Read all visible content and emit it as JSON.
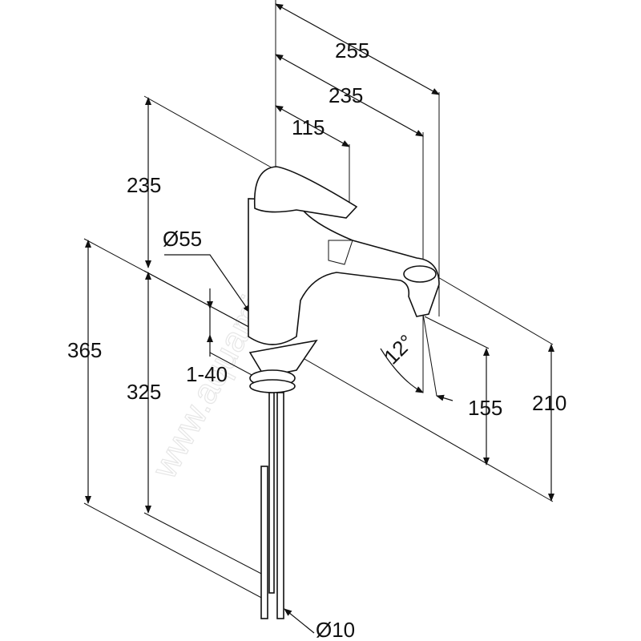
{
  "diagram": {
    "watermark": "www.aquamir.ru",
    "dimensions": {
      "overall_reach": "255",
      "spout_reach": "235",
      "lever_reach": "115",
      "height_above_spout": "235",
      "body_diameter": "Ø55",
      "deck_thickness": "1-40",
      "spout_angle": "12°",
      "height_to_spout": "325",
      "total_height": "365",
      "spout_outlet_height": "155",
      "spout_top_height": "210",
      "hose_diameter": "Ø10"
    },
    "colors": {
      "line": "#111111",
      "watermark": "#e6e6e6"
    }
  }
}
